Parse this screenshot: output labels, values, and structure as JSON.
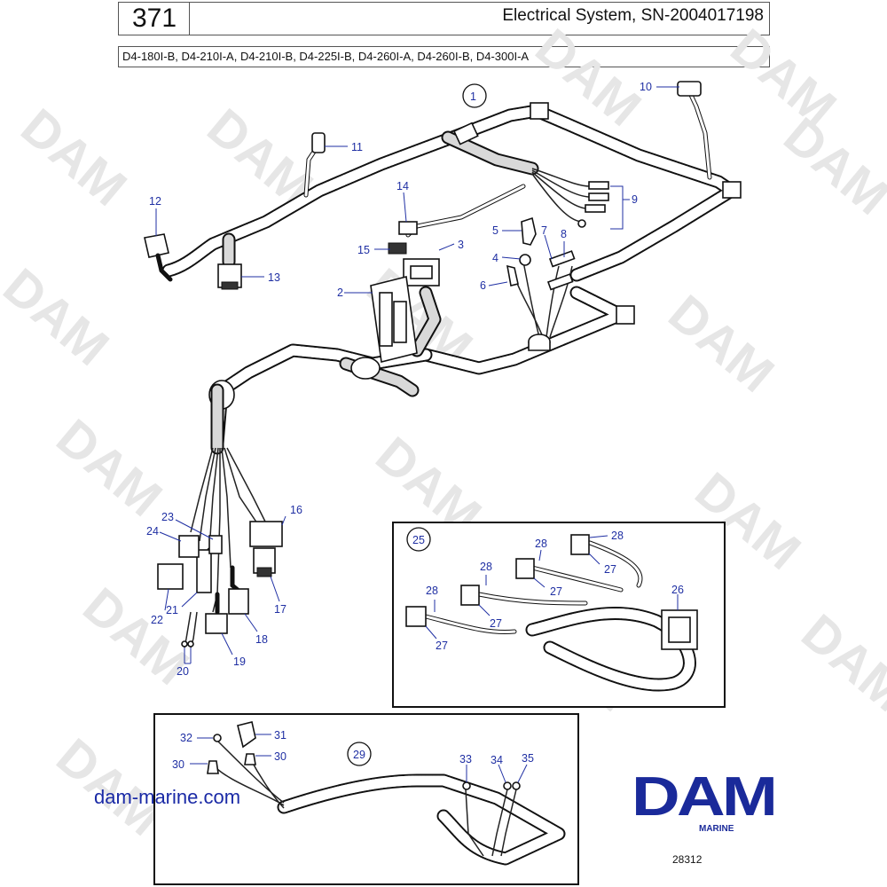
{
  "header": {
    "page_number": "371",
    "title": "Electrical System, SN-2004017198",
    "models": "D4-180I-B, D4-210I-A, D4-210I-B, D4-225I-B, D4-260I-A, D4-260I-B, D4-300I-A"
  },
  "watermark_text": "DAM",
  "part_labels": {
    "p1": "1",
    "p2": "2",
    "p3": "3",
    "p4": "4",
    "p5": "5",
    "p6": "6",
    "p7": "7",
    "p8": "8",
    "p9": "9",
    "p10": "10",
    "p11": "11",
    "p12": "12",
    "p13": "13",
    "p14": "14",
    "p15": "15",
    "p16": "16",
    "p17": "17",
    "p18": "18",
    "p19": "19",
    "p20": "20",
    "p21": "21",
    "p22": "22",
    "p23": "23",
    "p24": "24",
    "p25": "25",
    "p26": "26",
    "p27": "27",
    "p28": "28",
    "p29": "29",
    "p30": "30",
    "p31": "31",
    "p32": "32",
    "p33": "33",
    "p34": "34",
    "p35": "35"
  },
  "footer": {
    "website": "dam-marine.com",
    "logo_text": "DAM",
    "logo_subtext": "MARINE",
    "drawing_number": "28312"
  },
  "colors": {
    "label_blue": "#1f2fa3",
    "logo_blue": "#1a2a9a",
    "watermark_gray": "#e6e6e6"
  }
}
